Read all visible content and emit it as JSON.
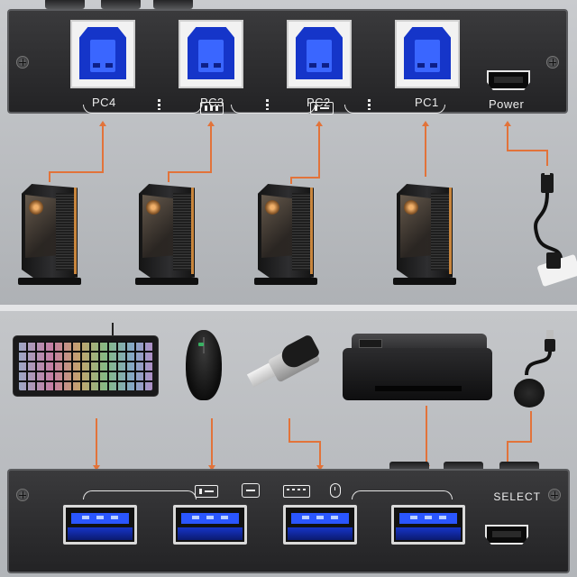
{
  "top_panel": {
    "ports": [
      {
        "label": "PC4"
      },
      {
        "label": "PC3"
      },
      {
        "label": "PC2"
      },
      {
        "label": "PC1"
      }
    ],
    "power_label": "Power"
  },
  "bottom_panel": {
    "select_label": "SELECT"
  },
  "colors": {
    "connector_line": "#e2733a",
    "usb_port_blue": "#1535c9",
    "panel_dark": "#2a2a2c"
  },
  "icons": {
    "top_link_icons": [
      "usb-cable-icon",
      "usb-stick-icon"
    ],
    "bottom_device_icons": [
      "usb-drive-icon",
      "printer-icon",
      "keyboard-icon",
      "mouse-icon"
    ]
  }
}
